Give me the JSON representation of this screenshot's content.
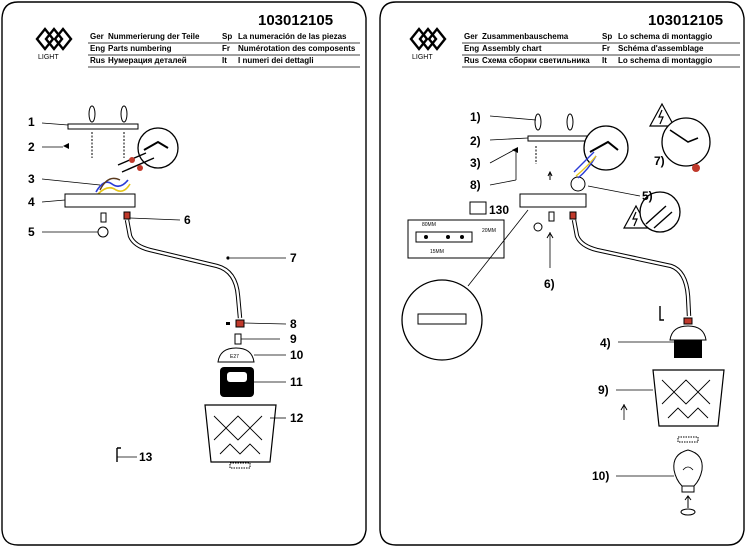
{
  "left_page": {
    "brand": "LIGHT",
    "code": "103012105",
    "header_rows": [
      {
        "lang1": "Ger",
        "text1": "Nummerierung der Teile",
        "lang2": "Sp",
        "text2": "La numeración de las piezas"
      },
      {
        "lang1": "Eng",
        "text1": "Parts numbering",
        "lang2": "Fr",
        "text2": "Numérotation des composents"
      },
      {
        "lang1": "Rus",
        "text1": "Нумерация деталей",
        "lang2": "It",
        "text2": "I numeri dei dettagli"
      }
    ],
    "callouts": [
      "1",
      "2",
      "3",
      "4",
      "5",
      "6",
      "7",
      "8",
      "9",
      "10",
      "11",
      "12",
      "13"
    ]
  },
  "right_page": {
    "brand": "LIGHT",
    "code": "103012105",
    "header_rows": [
      {
        "lang1": "Ger",
        "text1": "Zusammenbauschema",
        "lang2": "Sp",
        "text2": "Lo schema di montaggio"
      },
      {
        "lang1": "Eng",
        "text1": "Assembly chart",
        "lang2": "Fr",
        "text2": "Schéma d'assemblage"
      },
      {
        "lang1": "Rus",
        "text1": "Схема сборки светильника",
        "lang2": "It",
        "text2": "Lo schema di montaggio"
      }
    ],
    "callouts": [
      "1)",
      "2)",
      "3)",
      "8)",
      "5)",
      "6)",
      "7)",
      "4)",
      "9)",
      "10)"
    ],
    "dimension_label": "130",
    "dim_small": [
      "80MM",
      "20MM",
      "15MM"
    ]
  },
  "colors": {
    "line": "#000000",
    "accent": "#c0392b",
    "wire_blue": "#2a3bd6",
    "wire_yellow": "#e6c619"
  }
}
